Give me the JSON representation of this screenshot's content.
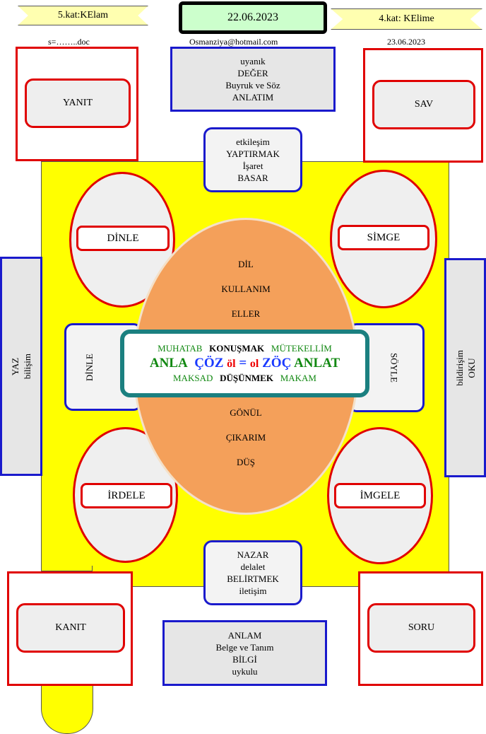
{
  "header": {
    "left_banner": "5.kat:KElam",
    "center_date": "22.06.2023",
    "right_banner": "4.kat: KElime",
    "left_meta": "s=……..doc",
    "email": "Osmanziya@hotmail.com",
    "right_date": "23.06.2023"
  },
  "corners": {
    "top_left": "YANIT",
    "top_right": "SAV",
    "bottom_left": "KANIT",
    "bottom_right": "SORU"
  },
  "top_box": [
    "uyanık",
    "DEĞER",
    "Buyruk ve Söz",
    "ANLATIM"
  ],
  "bottom_box": [
    "ANLAM",
    "Belge ve Tanım",
    "BİLGİ",
    "uykulu"
  ],
  "upper_middle": [
    "etkileşim",
    "YAPTIRMAK",
    "İşaret",
    "BASAR"
  ],
  "lower_middle": [
    "NAZAR",
    "delalet",
    "BELİRTMEK",
    "iletişim"
  ],
  "side_left": [
    "YAZ",
    "bilişim"
  ],
  "side_right": [
    "bildirişim",
    "OKU"
  ],
  "ellipses": {
    "top_left": "DİNLE",
    "top_right": "SİMGE",
    "bottom_left": "İRDELE",
    "bottom_right": "İMGELE"
  },
  "side_inner": {
    "left": "DİNLE",
    "right": "SÖYLE"
  },
  "center_upper_words": [
    "DİL",
    "KULLANIM",
    "ELLER"
  ],
  "center_lower_words": [
    "GÖNÜL",
    "ÇIKARIM",
    "DÜŞ"
  ],
  "core": {
    "row1": [
      "MUHATAB",
      "KONUŞMAK",
      "MÜTEKELLİM"
    ],
    "row2": [
      "ANLA",
      "ÇÖZ",
      "öl",
      "=",
      "ol",
      "ZÖÇ",
      "ANLAT"
    ],
    "row3": [
      "MAKSAD",
      "DÜŞÜNMEK",
      "MAKAM"
    ]
  },
  "colors": {
    "board": "#ffff00",
    "red_border": "#e00000",
    "blue_border": "#1a1acc",
    "orange_core": "#f4a05a",
    "teal_border": "#1b8080",
    "green_text": "#118811"
  }
}
